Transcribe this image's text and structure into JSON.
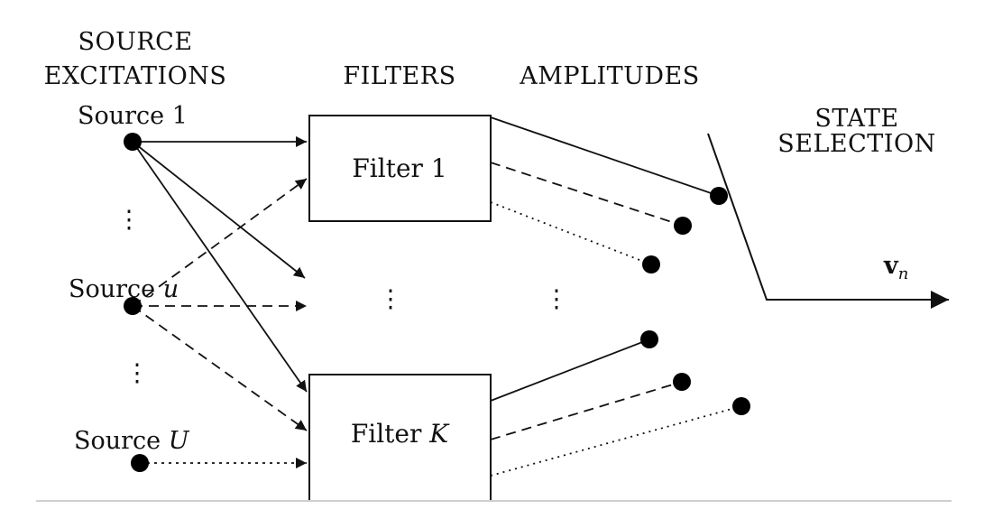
{
  "headers": {
    "source_line1": "SOURCE",
    "source_line2": "EXCITATIONS",
    "filters": "FILTERS",
    "amplitudes": "AMPLITUDES",
    "state_line1": "STATE",
    "state_line2": "SELECTION"
  },
  "sources": [
    {
      "prefix": "Source ",
      "var": "1"
    },
    {
      "prefix": "Source ",
      "var": "u"
    },
    {
      "prefix": "Source ",
      "var": "U"
    }
  ],
  "filters": [
    {
      "prefix": "Filter ",
      "var": "1"
    },
    {
      "prefix": "Filter ",
      "var": "K"
    }
  ],
  "output": {
    "vec": "v",
    "sub": "n"
  },
  "ellipsis": "⋮"
}
